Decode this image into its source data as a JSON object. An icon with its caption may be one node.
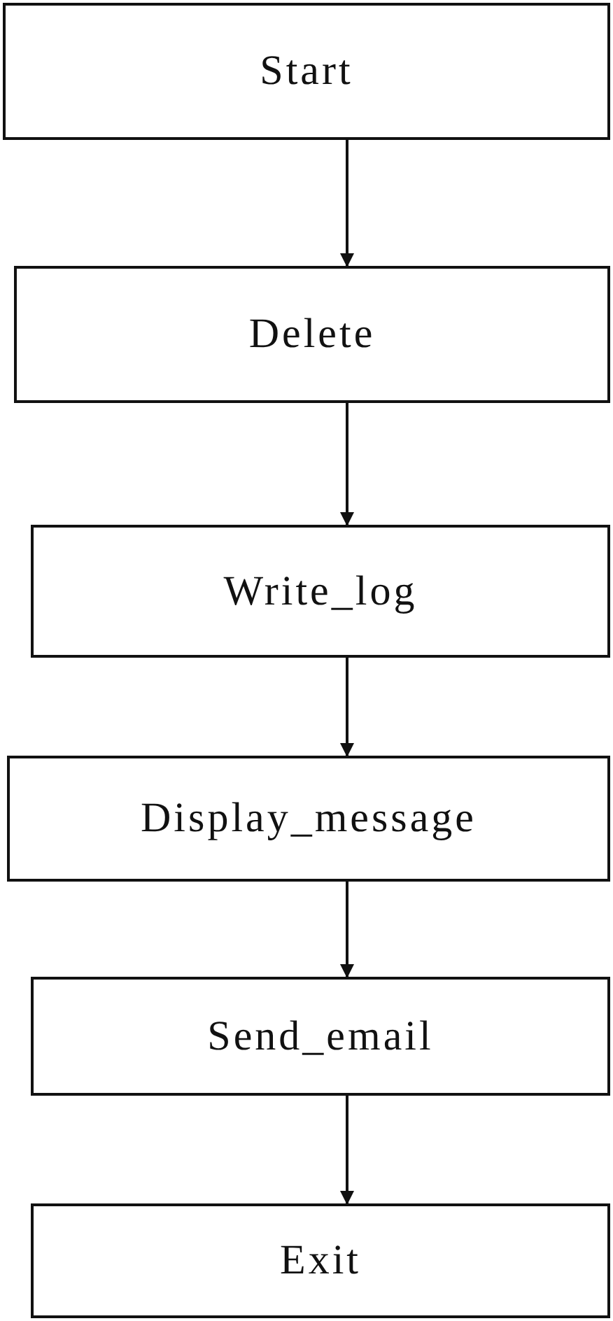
{
  "diagram": {
    "nodes": [
      {
        "text": [
          "Start"
        ]
      },
      {
        "text": [
          "Delete"
        ]
      },
      {
        "text": [
          "Write_log"
        ]
      },
      {
        "text": [
          "Display_message"
        ]
      },
      {
        "text": [
          "Send_email"
        ]
      },
      {
        "text": [
          "Exit"
        ]
      }
    ],
    "edges": [
      {
        "from": 0,
        "to": 1,
        "arrow": "to"
      },
      {
        "from": 1,
        "to": 2,
        "arrow": "to"
      },
      {
        "from": 2,
        "to": 3,
        "arrow": "to"
      },
      {
        "from": 3,
        "to": 4,
        "arrow": "to"
      },
      {
        "from": 4,
        "to": 5,
        "arrow": "to"
      }
    ]
  }
}
